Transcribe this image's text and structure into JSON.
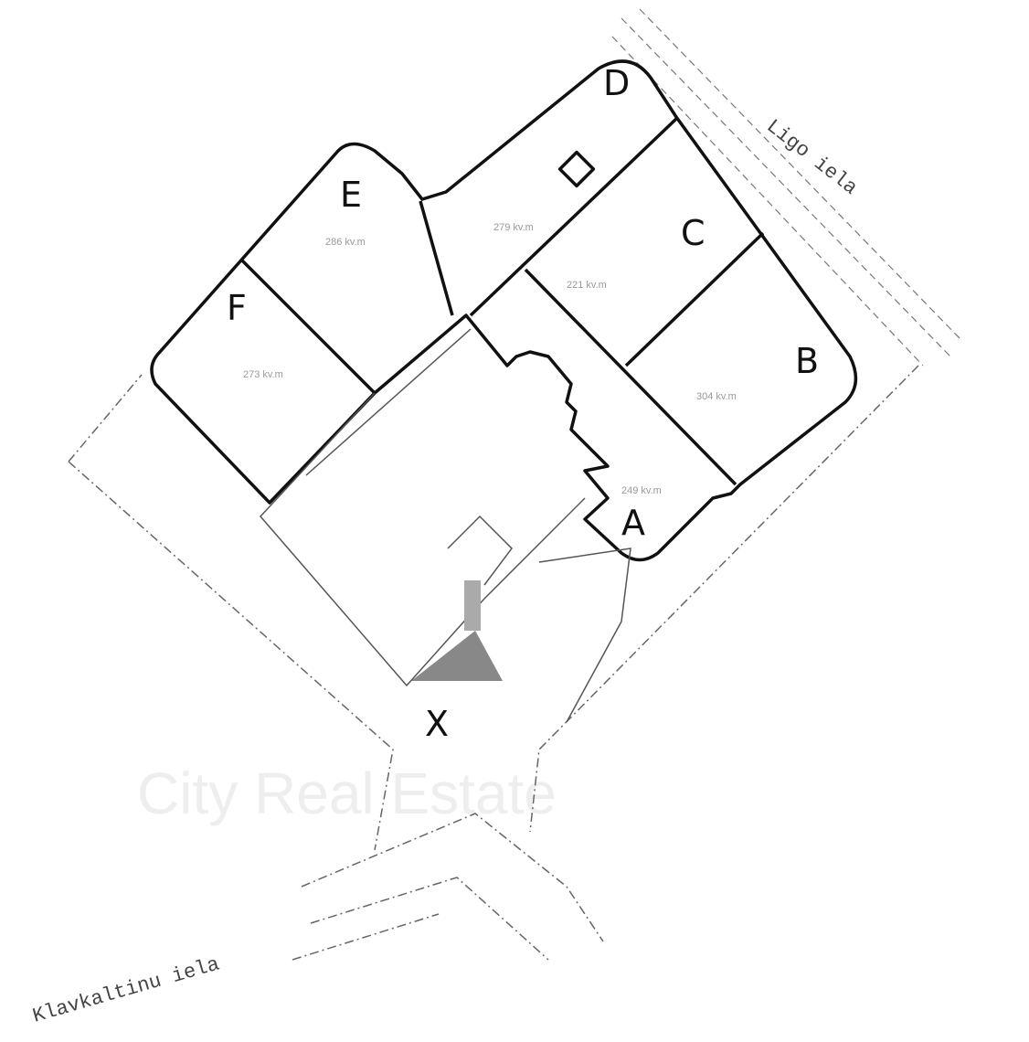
{
  "plots": [
    {
      "letter": "A",
      "area": "249 kv.m"
    },
    {
      "letter": "B",
      "area": "304 kv.m"
    },
    {
      "letter": "C",
      "area": "221 kv.m"
    },
    {
      "letter": "D",
      "area": "279 kv.m"
    },
    {
      "letter": "E",
      "area": "286 kv.m"
    },
    {
      "letter": "F",
      "area": "273 kv.m"
    }
  ],
  "entrance_label": "X",
  "streets": {
    "east": "Ligo iela",
    "southwest": "Klavkaltinu iela"
  },
  "watermark": "City Real Estate"
}
